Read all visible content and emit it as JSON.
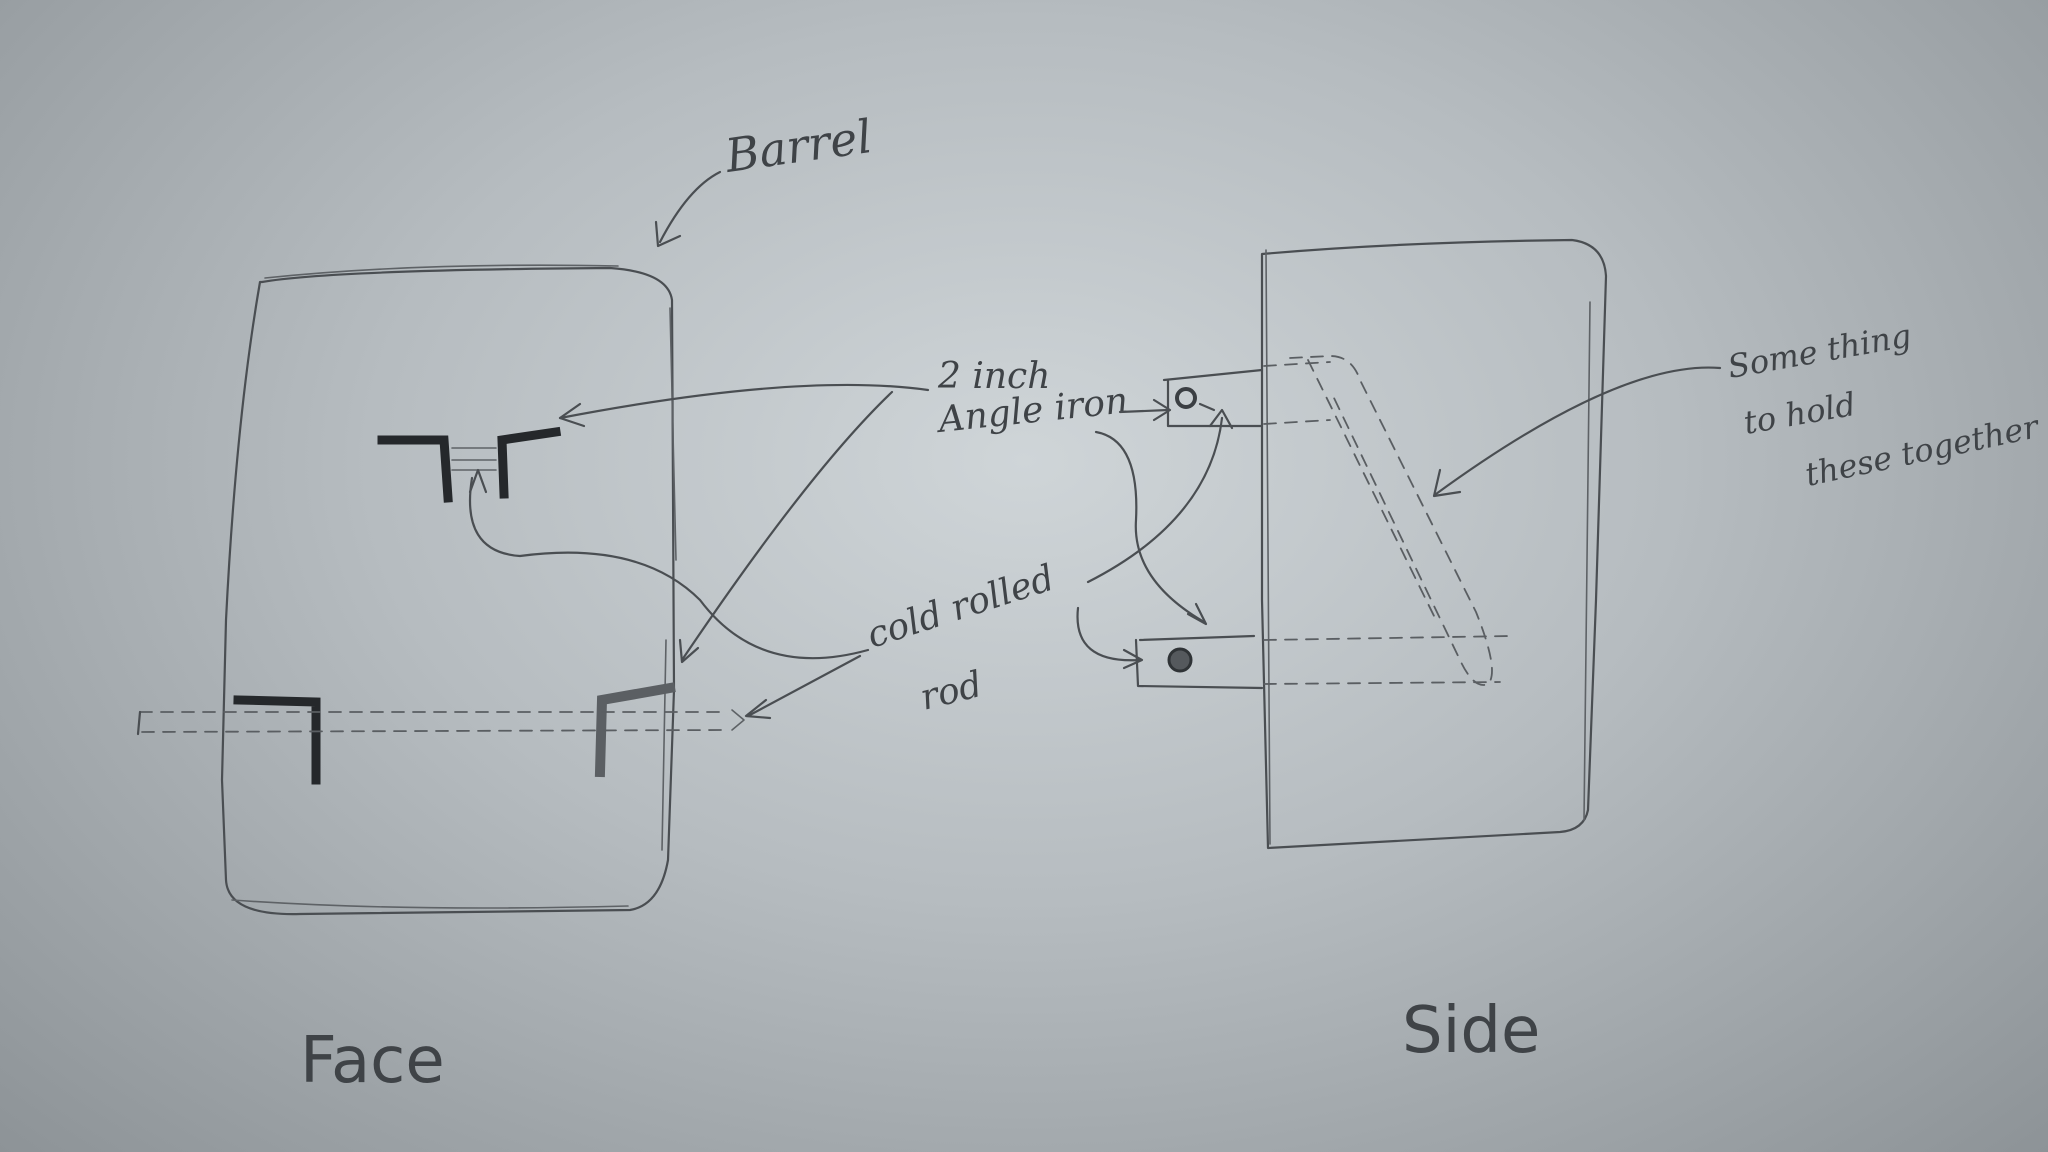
{
  "labels": {
    "barrel": "Barrel",
    "angle_iron_line1": "2 inch",
    "angle_iron_line2": "Angle iron",
    "rod_line1": "cold rolled",
    "rod_line2": "rod",
    "hold_line1": "Some thing",
    "hold_line2": "to hold",
    "hold_line3": "these together",
    "face": "Face",
    "side": "Side"
  },
  "colors": {
    "paper": "#c6ccd0",
    "pencil": "#4a4e52",
    "marker": "#25282b"
  }
}
